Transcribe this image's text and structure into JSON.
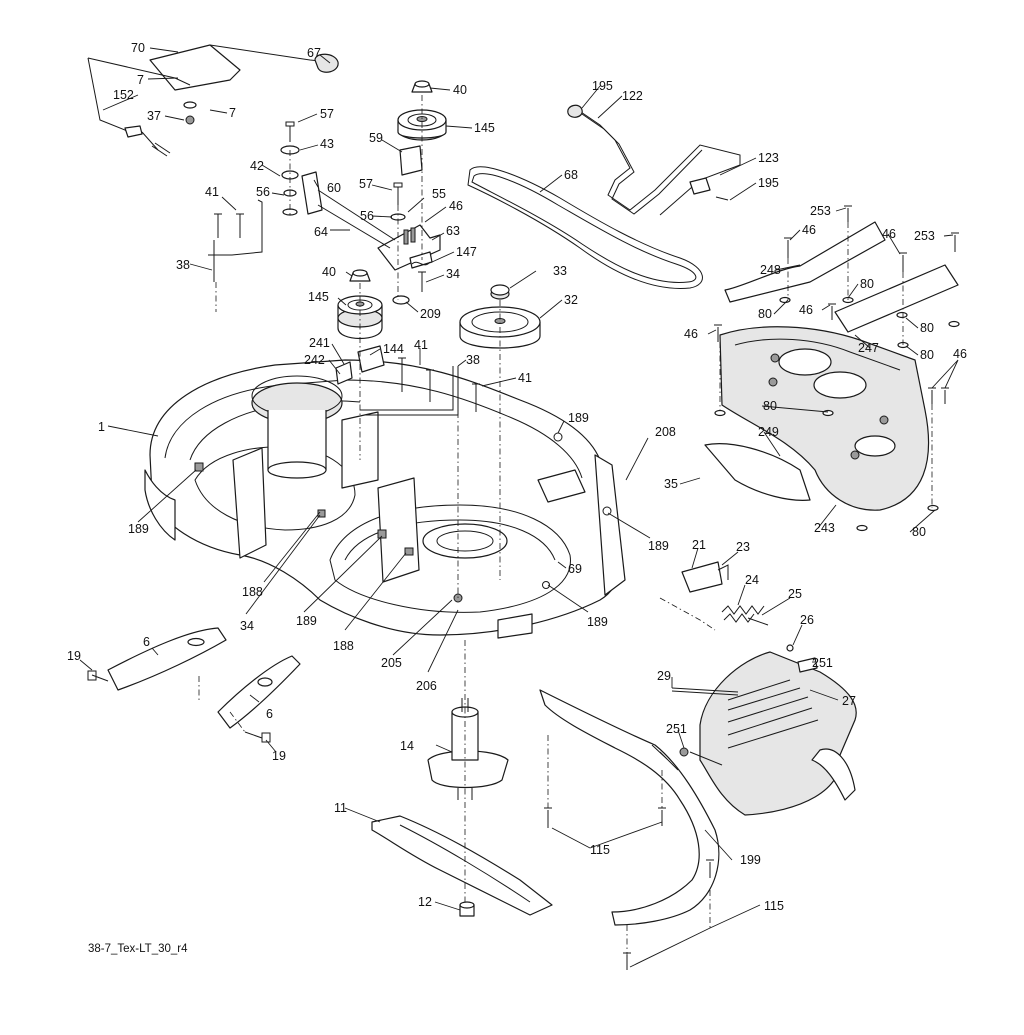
{
  "drawing_id": "38-7_Tex-LT_30_r4",
  "callouts": [
    {
      "id": "c70",
      "text": "70"
    },
    {
      "id": "c67",
      "text": "67"
    },
    {
      "id": "c7a",
      "text": "7"
    },
    {
      "id": "c152",
      "text": "152"
    },
    {
      "id": "c7b",
      "text": "7"
    },
    {
      "id": "c37",
      "text": "37"
    },
    {
      "id": "c40a",
      "text": "40"
    },
    {
      "id": "c145a",
      "text": "145"
    },
    {
      "id": "c57a",
      "text": "57"
    },
    {
      "id": "c43",
      "text": "43"
    },
    {
      "id": "c59",
      "text": "59"
    },
    {
      "id": "c42",
      "text": "42"
    },
    {
      "id": "c56a",
      "text": "56"
    },
    {
      "id": "c60",
      "text": "60"
    },
    {
      "id": "c57b",
      "text": "57"
    },
    {
      "id": "c55",
      "text": "55"
    },
    {
      "id": "c56b",
      "text": "56"
    },
    {
      "id": "c46a",
      "text": "46"
    },
    {
      "id": "c41a",
      "text": "41"
    },
    {
      "id": "c64",
      "text": "64"
    },
    {
      "id": "c63",
      "text": "63"
    },
    {
      "id": "c147",
      "text": "147"
    },
    {
      "id": "c38a",
      "text": "38"
    },
    {
      "id": "c40b",
      "text": "40"
    },
    {
      "id": "c34a",
      "text": "34"
    },
    {
      "id": "c33",
      "text": "33"
    },
    {
      "id": "c145b",
      "text": "145"
    },
    {
      "id": "c209",
      "text": "209"
    },
    {
      "id": "c32",
      "text": "32"
    },
    {
      "id": "c241",
      "text": "241"
    },
    {
      "id": "c144",
      "text": "144"
    },
    {
      "id": "c242",
      "text": "242"
    },
    {
      "id": "c41b",
      "text": "41"
    },
    {
      "id": "c38b",
      "text": "38"
    },
    {
      "id": "c41c",
      "text": "41"
    },
    {
      "id": "c1",
      "text": "1"
    },
    {
      "id": "c195a",
      "text": "195"
    },
    {
      "id": "c122",
      "text": "122"
    },
    {
      "id": "c68",
      "text": "68"
    },
    {
      "id": "c123",
      "text": "123"
    },
    {
      "id": "c195b",
      "text": "195"
    },
    {
      "id": "c253a",
      "text": "253"
    },
    {
      "id": "c46b",
      "text": "46"
    },
    {
      "id": "c46c",
      "text": "46"
    },
    {
      "id": "c253b",
      "text": "253"
    },
    {
      "id": "c248",
      "text": "248"
    },
    {
      "id": "c80a",
      "text": "80"
    },
    {
      "id": "c80b",
      "text": "80"
    },
    {
      "id": "c46d",
      "text": "46"
    },
    {
      "id": "c46e",
      "text": "46"
    },
    {
      "id": "c80c",
      "text": "80"
    },
    {
      "id": "c247",
      "text": "247"
    },
    {
      "id": "c80d",
      "text": "80"
    },
    {
      "id": "c46f",
      "text": "46"
    },
    {
      "id": "c80e",
      "text": "80"
    },
    {
      "id": "c189a",
      "text": "189"
    },
    {
      "id": "c208",
      "text": "208"
    },
    {
      "id": "c249",
      "text": "249"
    },
    {
      "id": "c35",
      "text": "35"
    },
    {
      "id": "c243",
      "text": "243"
    },
    {
      "id": "c80f",
      "text": "80"
    },
    {
      "id": "c189b",
      "text": "189"
    },
    {
      "id": "c189c",
      "text": "189"
    },
    {
      "id": "c21",
      "text": "21"
    },
    {
      "id": "c23",
      "text": "23"
    },
    {
      "id": "c69",
      "text": "69"
    },
    {
      "id": "c24",
      "text": "24"
    },
    {
      "id": "c25",
      "text": "25"
    },
    {
      "id": "c188a",
      "text": "188"
    },
    {
      "id": "c34b",
      "text": "34"
    },
    {
      "id": "c189d",
      "text": "189"
    },
    {
      "id": "c188b",
      "text": "188"
    },
    {
      "id": "c189e",
      "text": "189"
    },
    {
      "id": "c26",
      "text": "26"
    },
    {
      "id": "c205",
      "text": "205"
    },
    {
      "id": "c206",
      "text": "206"
    },
    {
      "id": "c251a",
      "text": "251"
    },
    {
      "id": "c29",
      "text": "29"
    },
    {
      "id": "c27",
      "text": "27"
    },
    {
      "id": "c19a",
      "text": "19"
    },
    {
      "id": "c6a",
      "text": "6"
    },
    {
      "id": "c6b",
      "text": "6"
    },
    {
      "id": "c19b",
      "text": "19"
    },
    {
      "id": "c14",
      "text": "14"
    },
    {
      "id": "c251b",
      "text": "251"
    },
    {
      "id": "c11",
      "text": "11"
    },
    {
      "id": "c115a",
      "text": "115"
    },
    {
      "id": "c199",
      "text": "199"
    },
    {
      "id": "c12",
      "text": "12"
    },
    {
      "id": "c115b",
      "text": "115"
    }
  ]
}
